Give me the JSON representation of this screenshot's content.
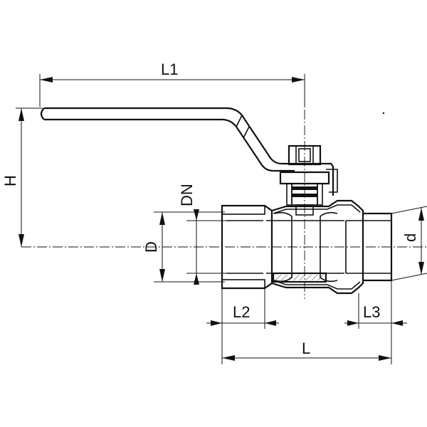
{
  "labels": {
    "L1": "L1",
    "H": "H",
    "DN": "DN",
    "D": "D",
    "d": "d",
    "L2": "L2",
    "L3": "L3",
    "L": "L"
  },
  "colors": {
    "line": "#111111",
    "background": "#ffffff"
  }
}
